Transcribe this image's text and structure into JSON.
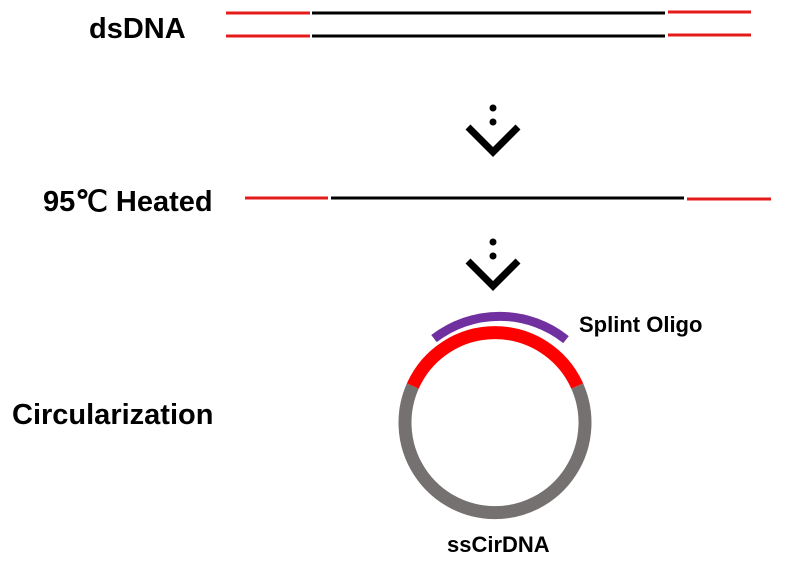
{
  "labels": {
    "step1": "dsDNA",
    "step2": "95℃ Heated",
    "step3": "Circularization",
    "splint": "Splint Oligo",
    "product": "ssCirDNA"
  },
  "colors": {
    "adapter": "#e31b1b",
    "insert": "#000000",
    "splint": "#7030a0",
    "circle_body": "#767171",
    "circle_adapter": "#ff0000",
    "arrow": "#000000"
  },
  "icons": {
    "transition_arrow": "dotted-chevron-down-icon"
  }
}
